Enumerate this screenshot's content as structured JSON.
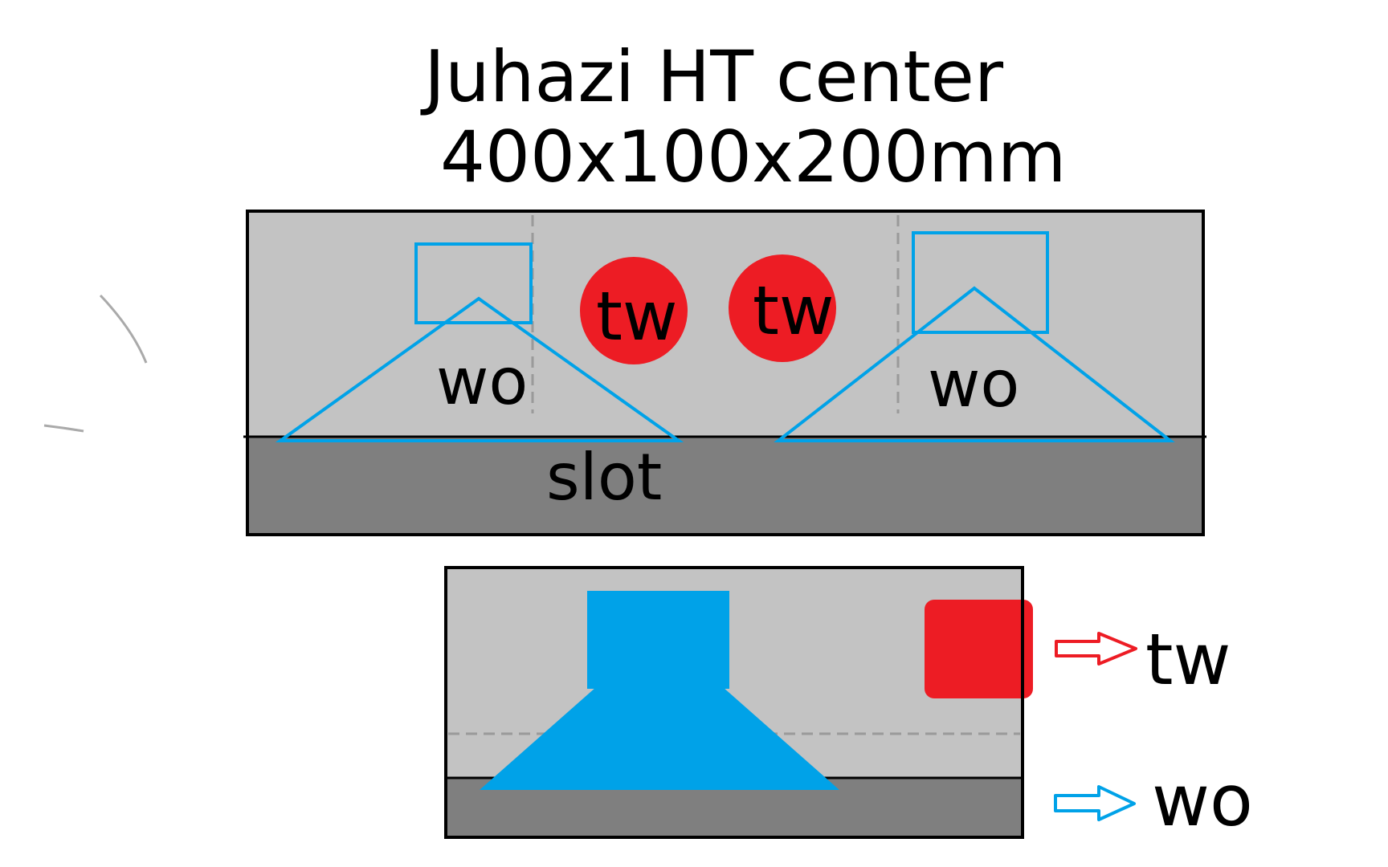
{
  "title": {
    "line1": "Juhazi HT center",
    "line2": "400x100x200mm"
  },
  "front_view": {
    "tweeter_labels": [
      "tw",
      "tw"
    ],
    "woofer_labels": [
      "wo",
      "wo"
    ],
    "slot_label": "slot"
  },
  "side_view": {},
  "legend": {
    "tweeter_label": "tw",
    "woofer_label": "wo"
  },
  "colors": {
    "cabinet": "#c3c3c3",
    "slot": "#7f7f7f",
    "tweeter": "#ed1c24",
    "woofer": "#00a2e8",
    "outline": "#000000"
  }
}
